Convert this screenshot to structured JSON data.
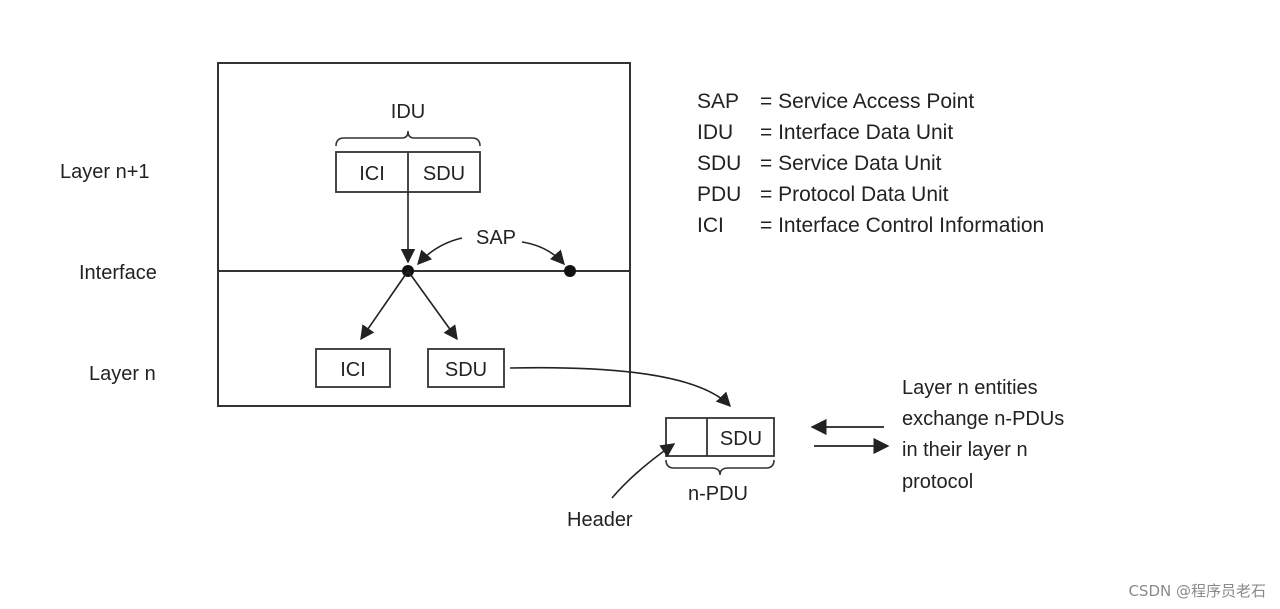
{
  "labels": {
    "layer_upper": "Layer n+1",
    "interface": "Interface",
    "layer_lower": "Layer n",
    "idu": "IDU",
    "sap": "SAP",
    "header": "Header",
    "npdu": "n-PDU"
  },
  "boxes": {
    "ici_top": "ICI",
    "sdu_top": "SDU",
    "ici_bottom": "ICI",
    "sdu_bottom": "SDU",
    "sdu_pdu": "SDU"
  },
  "legend": [
    {
      "abbr": "SAP",
      "def": "= Service Access Point"
    },
    {
      "abbr": "IDU",
      "def": "= Interface Data Unit"
    },
    {
      "abbr": "SDU",
      "def": "= Service Data Unit"
    },
    {
      "abbr": "PDU",
      "def": "= Protocol Data Unit"
    },
    {
      "abbr": "ICI",
      "def": "= Interface Control Information"
    }
  ],
  "note_lines": [
    "Layer n entities",
    "exchange n-PDUs",
    "in their layer n",
    "protocol"
  ],
  "watermark": "CSDN @程序员老石"
}
